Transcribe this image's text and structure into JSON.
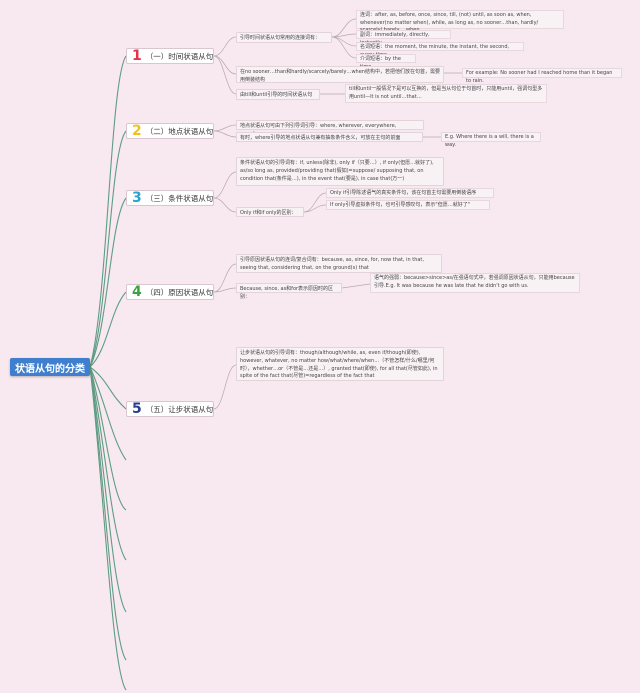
{
  "root": {
    "title": "状语从句的分类"
  },
  "branches": [
    {
      "num": "1",
      "label": "（一）时间状语从句"
    },
    {
      "num": "2",
      "label": "（二）地点状语从句"
    },
    {
      "num": "3",
      "label": "（三）条件状语从句"
    },
    {
      "num": "4",
      "label": "（四）原因状语从句"
    },
    {
      "num": "5",
      "label": "（五）让步状语从句"
    }
  ],
  "time": {
    "conj_intro": "引导时间状语从句常用的连接词有：",
    "conj_list": "连词：after, as, before, once, since, till, (not) until, as soon as, when, whenever(no matter when), while, as long as, no sooner…than, hardly/ scarcely/ barely… when…",
    "adverbs": "副词：immediately, directly, instantly",
    "noun_phrases": "名词短语：the moment, the minute, the instant, the second, every time",
    "prep_phrase": "介词短语：by the time",
    "inversion": "在no sooner…than和hardly/scarcely/barely…when结构中，若把他们放在句首，需要用倒装结构",
    "inversion_example": "For example: No sooner had I reached home than it began to rain.",
    "till_until": "由till和until引导的时间状语从句",
    "till_until_note": "till和until一般情况下是可以互换的，但是当从句位于句首时，只能用until，强调句型多用until—It is not until…that…"
  },
  "place": {
    "conj": "地点状语从句可由下列引导词引导：where, wherever, everywhere, anywhere",
    "note": "有时，where引导的地点状语从句兼有抽象条件含义，可放在主句的前面",
    "example": "E.g. Where there is a will, there is a way."
  },
  "condition": {
    "conj": "条件状语从句的引导词有：if, unless(除非), only if（只要…）, if only(但愿…就好了), as/so long as, provided/providing that(假如)=suppose/ supposing that, on condition that(条件是…), in the event that(要是), in case that(万一)",
    "difference": "Only if和if only的区别：",
    "only_if": "Only if引导陈述语气的真实条件句，该在句首主句需要用倒装语序",
    "if_only": "If only引导虚拟条件句，也可引导感叹句，表示\"但愿…就好了\""
  },
  "reason": {
    "conj": "引导原因状语从句的连词/复合词有：because, as, since, for, now that, in that, seeing that, considering that, on the ground(s) that",
    "difference": "Because, since, as和for表示原因时的区别：",
    "note": "语气的强弱：because>since>as/在强语句式中，若强调原因状语从句，只能用because引导.E.g. It was because he was late that he didn't go with us."
  },
  "concession": {
    "conj": "让步状语从句的引导词有：though/although/while, as, even if/though(即使), however, whatever, no matter how/what/where/when…（不管怎样/什么/哪里/何时），whether…or（不管是…还是…）, granted that(即使), for all that(尽管如此), in spite of the fact that(尽管)=regardless of the fact that"
  },
  "colors": {
    "background": "#f7e9ef",
    "root": "#3f7fce",
    "branch_line": "#5e9c84",
    "leaf_line": "#b9a7b0",
    "num1": "#e2334a",
    "num2": "#f0c21c",
    "num3": "#2aa3cf",
    "num4": "#3ca23f",
    "num5": "#2a3d8c"
  }
}
